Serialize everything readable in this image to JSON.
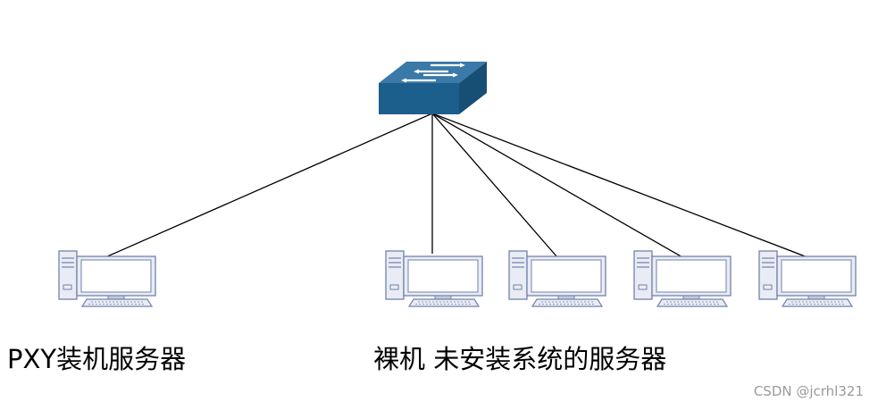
{
  "pxe_label": "PXY装机服务器",
  "bare_label": "裸机 未安装系统的服务器",
  "watermark": "CSDN @jcrhl321",
  "colors": {
    "switch_top": "#3a79a8",
    "switch_front": "#1d5f8c",
    "switch_side": "#174e74",
    "link": "#000000",
    "pc_fill": "#e9ecf4",
    "pc_stroke": "#7282aa"
  },
  "icons": {
    "switch": "network-switch-icon",
    "computer": "desktop-computer-icon"
  }
}
